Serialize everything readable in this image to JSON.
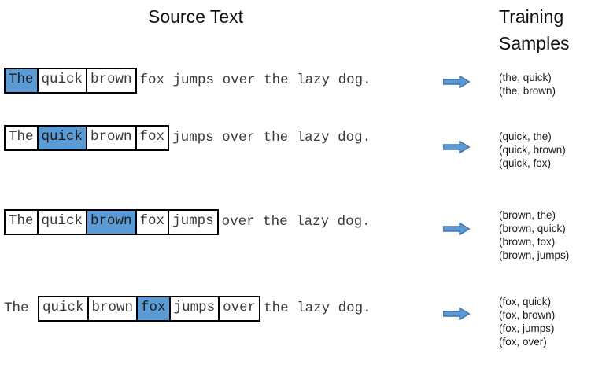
{
  "headings": {
    "source_text": "Source Text",
    "training_samples_line1": "Training",
    "training_samples_line2": "Samples"
  },
  "colors": {
    "highlight": "#5B9BD5",
    "arrow": "#4472A8",
    "box_border": "#000000",
    "text": "#3A3A3A"
  },
  "icons": {
    "arrow": "right-arrow-icon"
  },
  "rows": [
    {
      "pre_text": "",
      "cells": [
        {
          "text": "The",
          "highlight": true
        },
        {
          "text": "quick",
          "highlight": false
        },
        {
          "text": "brown",
          "highlight": false
        }
      ],
      "post_text": "fox jumps over the lazy dog.",
      "samples": [
        "(the, quick)",
        "(the, brown)"
      ]
    },
    {
      "pre_text": "",
      "cells": [
        {
          "text": "The",
          "highlight": false
        },
        {
          "text": "quick",
          "highlight": true
        },
        {
          "text": "brown",
          "highlight": false
        },
        {
          "text": "fox",
          "highlight": false
        }
      ],
      "post_text": "jumps over the lazy dog.",
      "samples": [
        "(quick, the)",
        "(quick, brown)",
        "(quick, fox)"
      ]
    },
    {
      "pre_text": "",
      "cells": [
        {
          "text": "The",
          "highlight": false
        },
        {
          "text": "quick",
          "highlight": false
        },
        {
          "text": "brown",
          "highlight": true
        },
        {
          "text": "fox",
          "highlight": false
        },
        {
          "text": "jumps",
          "highlight": false
        }
      ],
      "post_text": "over the lazy dog.",
      "samples": [
        "(brown, the)",
        "(brown, quick)",
        "(brown, fox)",
        "(brown, jumps)"
      ]
    },
    {
      "pre_text": "The",
      "cells": [
        {
          "text": "quick",
          "highlight": false
        },
        {
          "text": "brown",
          "highlight": false
        },
        {
          "text": "fox",
          "highlight": true
        },
        {
          "text": "jumps",
          "highlight": false
        },
        {
          "text": "over",
          "highlight": false
        }
      ],
      "post_text": "the lazy dog.",
      "samples": [
        "(fox, quick)",
        "(fox, brown)",
        "(fox, jumps)",
        "(fox, over)"
      ]
    }
  ]
}
